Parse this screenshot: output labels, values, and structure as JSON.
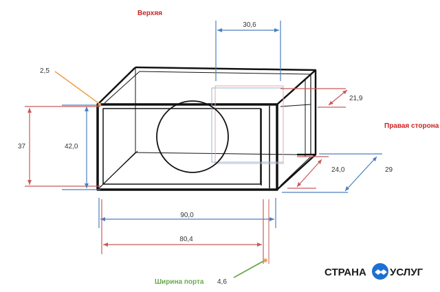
{
  "labels": {
    "top": "Верхяя",
    "right_side": "Правая сторона",
    "port_width_caption": "Ширина порта"
  },
  "dimensions": {
    "wall_thickness": "2,5",
    "port_depth_width": "30,6",
    "port_offset": "21,9",
    "height_inner": "37",
    "height_outer": "42,0",
    "depth_inner": "24,0",
    "depth_outer": "29",
    "width_outer": "90,0",
    "width_inner": "80,4",
    "port_width": "4,6"
  },
  "colors": {
    "red_dim": "#c85a5a",
    "blue_dim": "#4a7fc0",
    "orange_leader": "#f0a050",
    "green_leader": "#6aa84f",
    "box_frame": "#111111",
    "label_red": "#cc2222",
    "caption_green": "#6aa84f",
    "logo_accent": "#1f6fd1"
  },
  "logo": {
    "left_word": "СТРАНА",
    "right_word": "УСЛУГ",
    "icon": "handshake-icon"
  }
}
